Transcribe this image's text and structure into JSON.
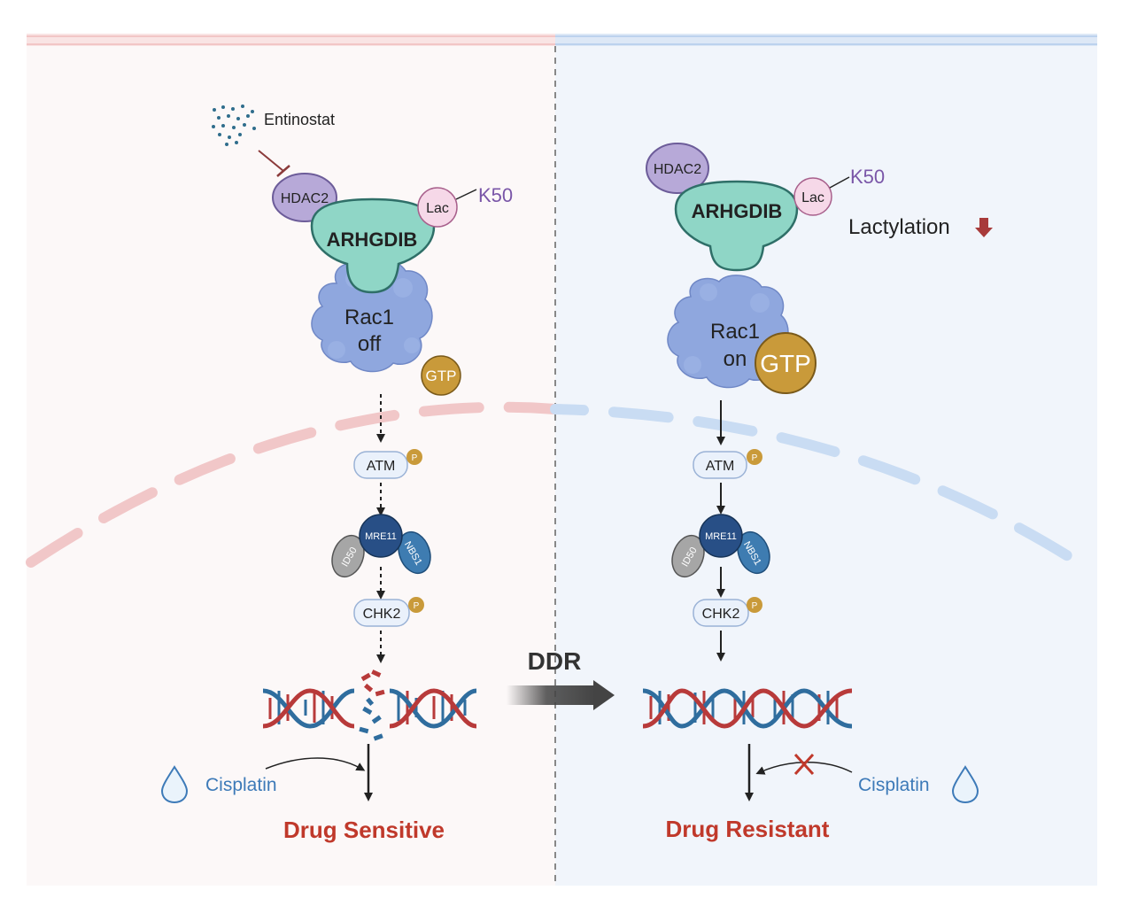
{
  "colors": {
    "left_bg": "#fcf8f8",
    "right_bg": "#f1f5fb",
    "hdac2_fill": "#b7a9d8",
    "arhgdib_fill": "#8fd6c6",
    "rac1_fill": "#8fa7de",
    "gtp_fill": "#c99a3a",
    "lac_fill": "#f6d8e8",
    "k50_text": "#7a56a8",
    "drug_red": "#c0392b",
    "cisplatin_blue": "#3d7ab8",
    "mre11_fill": "#284f86",
    "nbs1_fill": "#3e7cb1",
    "rad50_fill": "#a6a6a6",
    "dna_red": "#b83a3a",
    "dna_blue": "#2f6d9e"
  },
  "left": {
    "drug_name": "Entinostat",
    "hdac2": "HDAC2",
    "arhgdib": "ARHGDIB",
    "lac": "Lac",
    "k50": "K50",
    "rac1_line1": "Rac1",
    "rac1_line2": "off",
    "gtp": "GTP",
    "atm": "ATM",
    "atm_p": "P",
    "mre11": "MRE11",
    "rad50": "ID50",
    "nbs1": "NBS1",
    "chk2": "CHK2",
    "chk2_p": "P",
    "cisplatin": "Cisplatin",
    "outcome": "Drug Sensitive"
  },
  "right": {
    "hdac2": "HDAC2",
    "arhgdib": "ARHGDIB",
    "lac": "Lac",
    "k50": "K50",
    "lactylation": "Lactylation",
    "rac1_line1": "Rac1",
    "rac1_line2": "on",
    "gtp": "GTP",
    "atm": "ATM",
    "atm_p": "P",
    "mre11": "MRE11",
    "rad50": "ID50",
    "nbs1": "NBS1",
    "chk2": "CHK2",
    "chk2_p": "P",
    "cisplatin": "Cisplatin",
    "outcome": "Drug Resistant"
  },
  "center": {
    "ddr": "DDR"
  }
}
